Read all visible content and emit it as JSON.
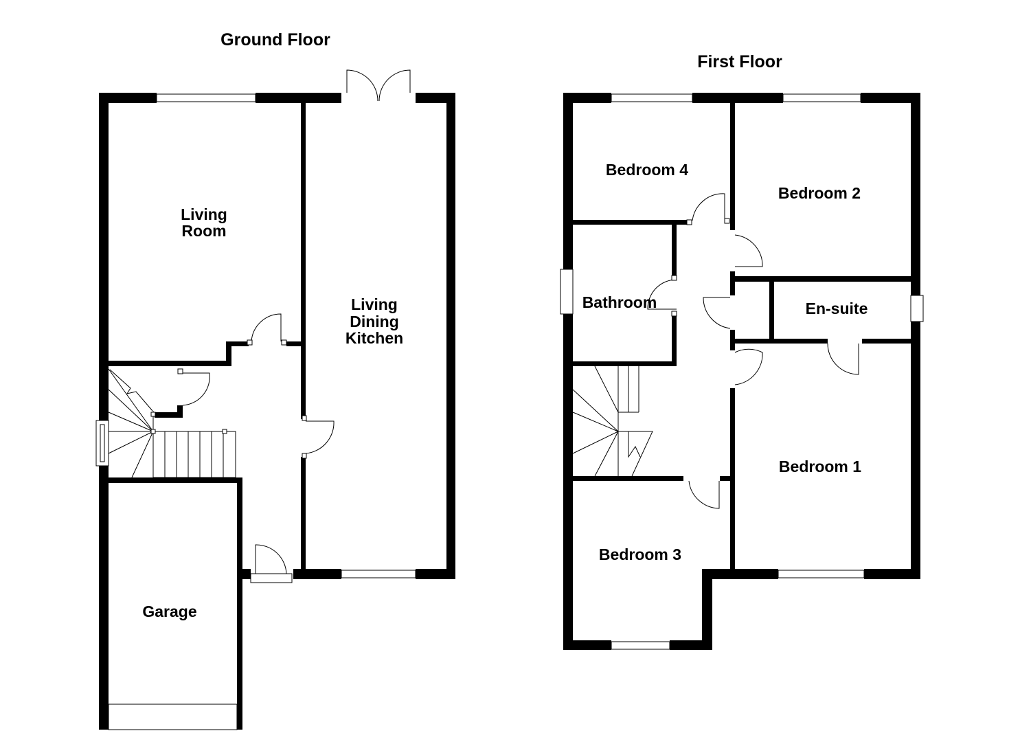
{
  "ground_floor": {
    "title": "Ground Floor",
    "rooms": {
      "living_room_1": "Living",
      "living_room_2": "Room",
      "ldk_1": "Living",
      "ldk_2": "Dining",
      "ldk_3": "Kitchen",
      "garage": "Garage"
    }
  },
  "first_floor": {
    "title": "First Floor",
    "rooms": {
      "bedroom4": "Bedroom 4",
      "bedroom2": "Bedroom 2",
      "bathroom": "Bathroom",
      "ensuite": "En-suite",
      "bedroom1": "Bedroom 1",
      "bedroom3": "Bedroom 3"
    }
  }
}
